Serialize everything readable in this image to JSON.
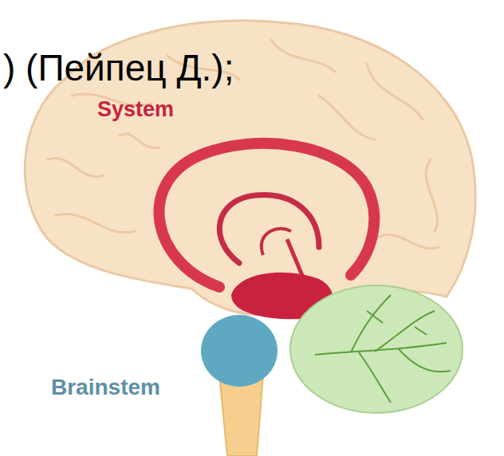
{
  "diagram": {
    "labels": [
      ") (Пейпец Д.);",
      "System",
      "Brainstem"
    ]
  }
}
